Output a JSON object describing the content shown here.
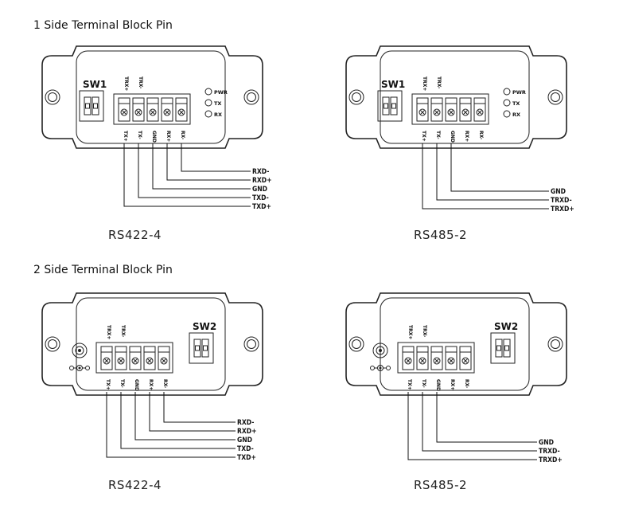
{
  "sections": [
    {
      "title": "1 Side Terminal Block Pin"
    },
    {
      "title": "2 Side Terminal Block Pin"
    }
  ],
  "top_labels": [
    "TRX+",
    "TRX-"
  ],
  "pin_labels": [
    "TX+",
    "TX-",
    "GND",
    "RX+",
    "RX-"
  ],
  "leds": [
    "PWR",
    "TX",
    "RX"
  ],
  "switch_labels": {
    "side1": "SW1",
    "side2": "SW2"
  },
  "diagrams": [
    {
      "mode": "RS422-4",
      "signals": [
        "RXD-",
        "RXD+",
        "GND",
        "TXD-",
        "TXD+"
      ]
    },
    {
      "mode": "RS485-2",
      "signals": [
        "GND",
        "TRXD-",
        "TRXD+"
      ]
    },
    {
      "mode": "RS422-4",
      "signals": [
        "RXD-",
        "RXD+",
        "GND",
        "TXD-",
        "TXD+"
      ]
    },
    {
      "mode": "RS485-2",
      "signals": [
        "GND",
        "TRXD-",
        "TRXD+"
      ]
    }
  ]
}
